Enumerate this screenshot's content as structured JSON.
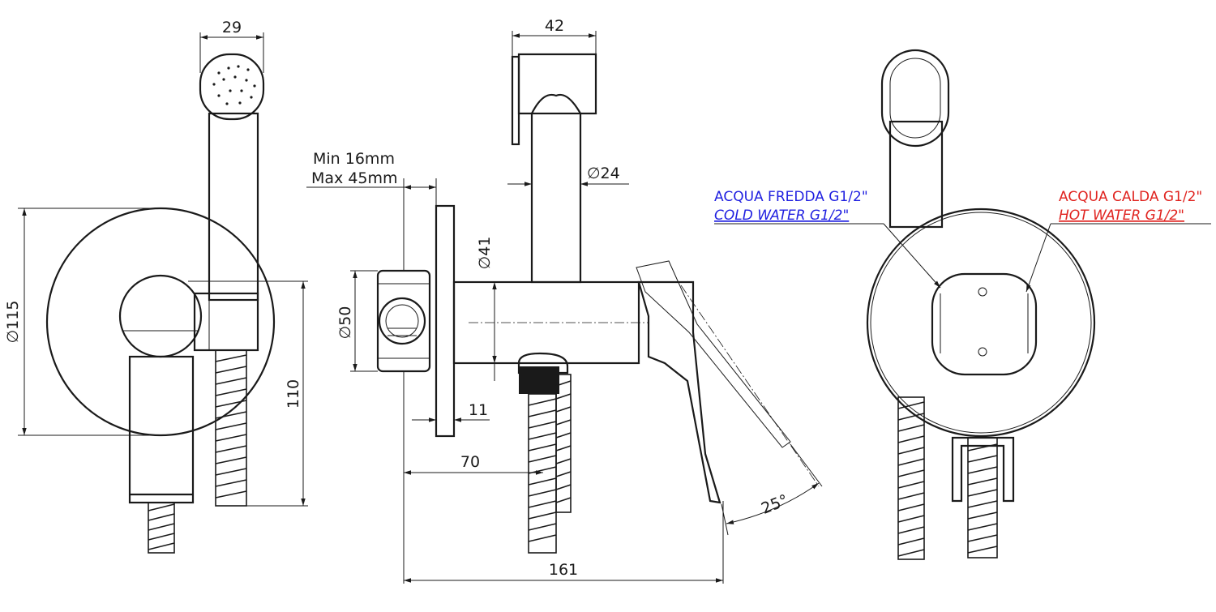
{
  "dimensions": {
    "head_width": "29",
    "holder_width": "42",
    "wall_range_min": "Min 16mm",
    "wall_range_max": "Max 45mm",
    "hose_diameter": "∅24",
    "body_diameter": "∅41",
    "connector_diameter": "∅50",
    "plate_diameter": "∅115",
    "height_110": "110",
    "plate_thickness": "11",
    "depth_70": "70",
    "depth_161": "161",
    "lever_angle": "25°"
  },
  "labels": {
    "cold_it": "ACQUA FREDDA G1/2\"",
    "cold_en": "COLD WATER G1/2\"",
    "hot_it": "ACQUA CALDA G1/2\"",
    "hot_en": "HOT WATER G1/2\""
  },
  "colors": {
    "line": "#1a1a1a",
    "cold": "#1f1fe0",
    "hot": "#e0231f"
  }
}
